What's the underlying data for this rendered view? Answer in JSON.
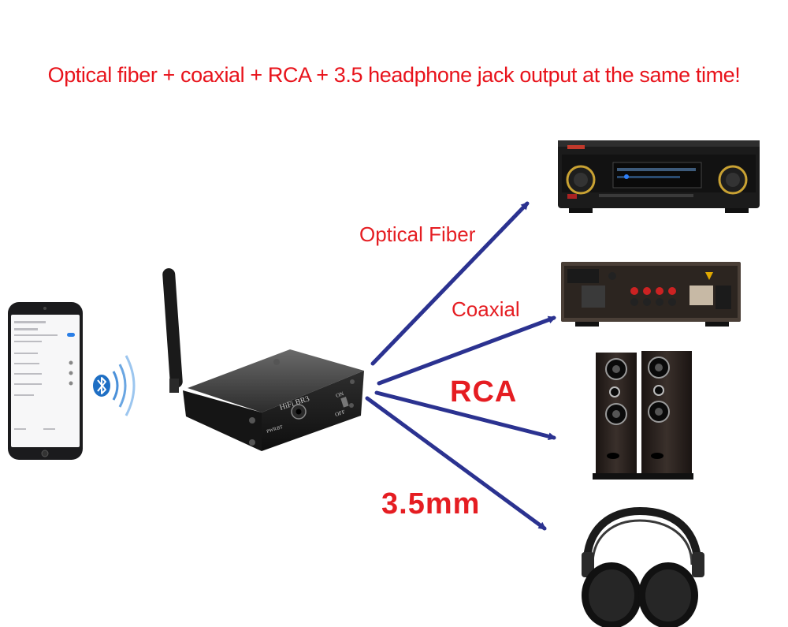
{
  "headline": "Optical fiber + coaxial + RCA + 3.5 headphone jack output at the same time!",
  "outputs": {
    "optical": "Optical Fiber",
    "coaxial": "Coaxial",
    "rca": "RCA",
    "headphone": "3.5mm"
  },
  "device": {
    "model": "HiFi BR3",
    "switch_on": "ON",
    "switch_off": "OFF",
    "led_pwr": "PWR",
    "led_bt": "BT"
  },
  "colors": {
    "headline": "#e8131b",
    "labels": "#e51d22",
    "arrows": "#2b3290",
    "bluetooth": "#1f6fc4"
  },
  "icons": [
    "bluetooth-icon",
    "headphone-jack-icon",
    "arrow-icon"
  ]
}
